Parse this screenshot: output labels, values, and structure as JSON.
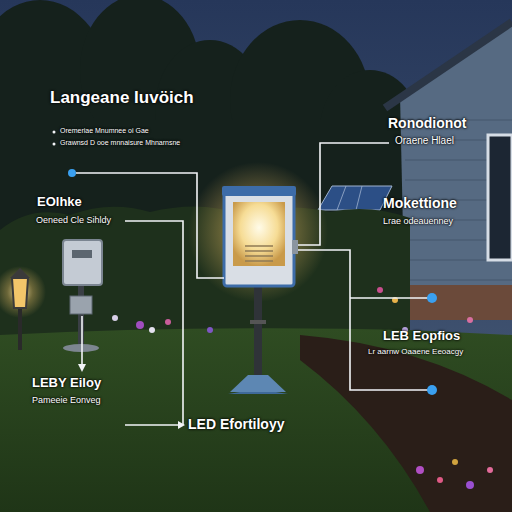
{
  "diagram": {
    "title": "Langeane Iuvöich",
    "labels": [
      "Oremeriae Mnumnee oi Gae",
      "Grawnsd D ooe mnnaisure Mhnarnsne",
      "Ronodionot",
      "Oraene Hlael",
      "EOlhke",
      "Oeneed Cle Sihldy",
      "Mokettione",
      "Lrae odeauenney",
      "LEB Eopfios",
      "Lr aarnw Oaaene Eeoacgy",
      "LEBY Eiloy",
      "Pameeie Eonveg",
      "LED Efortiloyy"
    ]
  }
}
